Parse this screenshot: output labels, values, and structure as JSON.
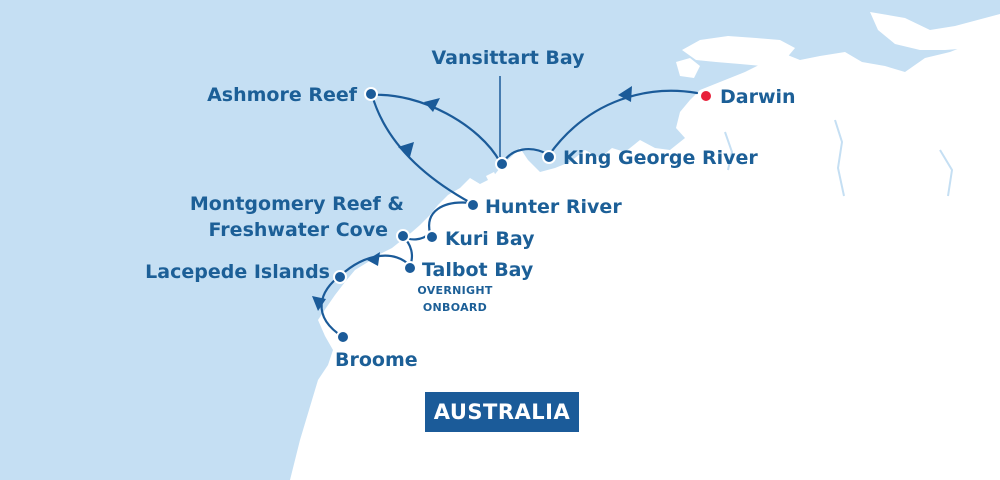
{
  "map": {
    "country_label": "AUSTRALIA",
    "colors": {
      "sea": "#c5dff3",
      "land": "#ffffff",
      "route": "#1b5b99",
      "port_marker": "#1b5b99",
      "origin_marker": "#e8203a",
      "text": "#1c5f97"
    },
    "stops": [
      {
        "name": "Darwin",
        "role": "origin"
      },
      {
        "name": "King George River"
      },
      {
        "name": "Vansittart Bay"
      },
      {
        "name": "Ashmore Reef"
      },
      {
        "name": "Hunter River"
      },
      {
        "name": "Kuri Bay"
      },
      {
        "name": "Montgomery Reef &",
        "name_line2": "Freshwater Cove"
      },
      {
        "name": "Talbot Bay",
        "note_line1": "OVERNIGHT",
        "note_line2": "ONBOARD"
      },
      {
        "name": "Lacepede Islands"
      },
      {
        "name": "Broome",
        "role": "destination"
      }
    ]
  }
}
